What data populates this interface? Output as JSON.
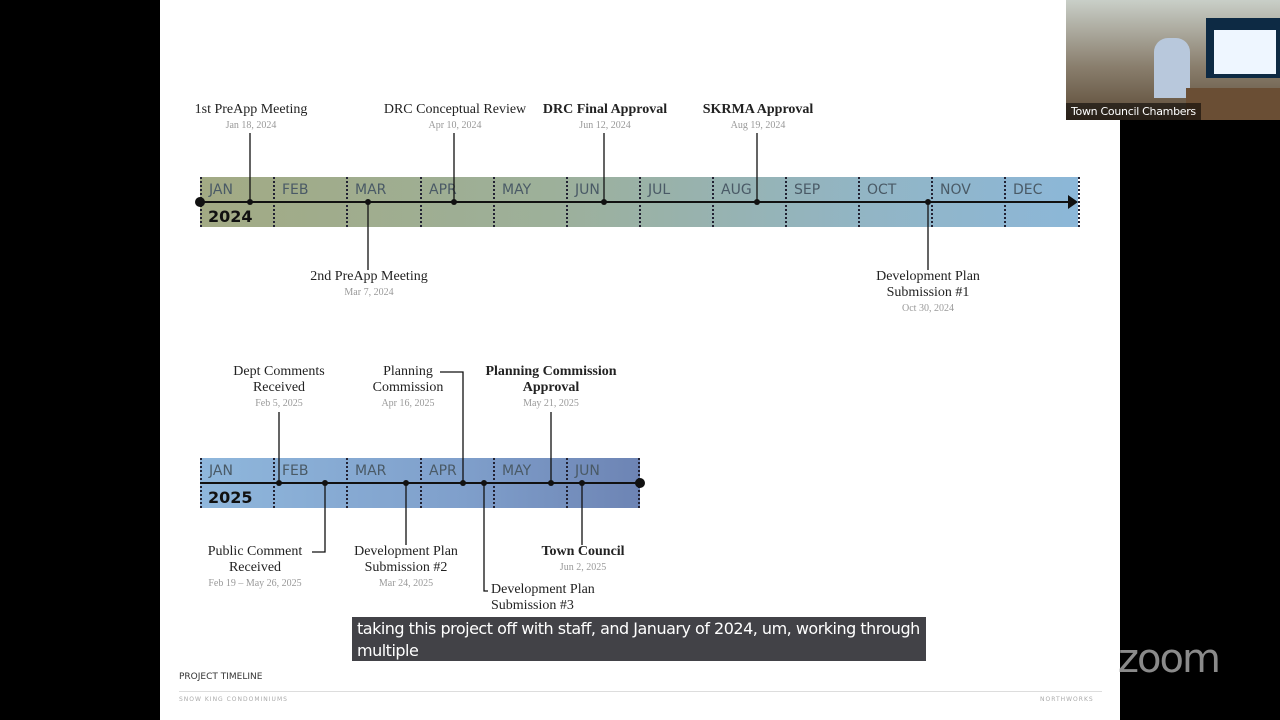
{
  "timeline_2024": {
    "year": "2024",
    "months": [
      "JAN",
      "FEB",
      "MAR",
      "APR",
      "MAY",
      "JUN",
      "JUL",
      "AUG",
      "SEP",
      "OCT",
      "NOV",
      "DEC"
    ],
    "events": [
      {
        "title": "1st PreApp Meeting",
        "date": "Jan 18, 2024"
      },
      {
        "title": "DRC Conceptual Review",
        "date": "Apr 10, 2024"
      },
      {
        "title": "DRC Final Approval",
        "date": "Jun 12, 2024"
      },
      {
        "title": "SKRMA Approval",
        "date": "Aug 19, 2024"
      },
      {
        "title": "2nd PreApp Meeting",
        "date": "Mar 7, 2024"
      },
      {
        "title1": "Development Plan",
        "title2": "Submission #1",
        "date": "Oct 30, 2024"
      }
    ]
  },
  "timeline_2025": {
    "year": "2025",
    "months": [
      "JAN",
      "FEB",
      "MAR",
      "APR",
      "MAY",
      "JUN"
    ],
    "events": [
      {
        "title1": "Dept Comments",
        "title2": "Received",
        "date": "Feb 5, 2025"
      },
      {
        "title1": "Planning",
        "title2": "Commission",
        "date": "Apr 16, 2025"
      },
      {
        "title1": "Planning Commission",
        "title2": "Approval",
        "date": "May 21, 2025"
      },
      {
        "title1": "Public Comment",
        "title2": "Received",
        "date": "Feb 19 – May 26, 2025"
      },
      {
        "title1": "Development Plan",
        "title2": "Submission #2",
        "date": "Mar 24, 2025"
      },
      {
        "title1": "Development Plan",
        "title2": "Submission #3"
      },
      {
        "title": "Town Council",
        "date": "Jun 2, 2025"
      }
    ]
  },
  "footer": {
    "title": "PROJECT TIMELINE",
    "left": "SNOW KING CONDOMINIUMS",
    "right": "NORTHWORKS"
  },
  "caption": "taking this project off with staff, and January of 2024, um, working through multiple",
  "video": {
    "label": "Town Council Chambers"
  },
  "zoom_logo": "zoom"
}
